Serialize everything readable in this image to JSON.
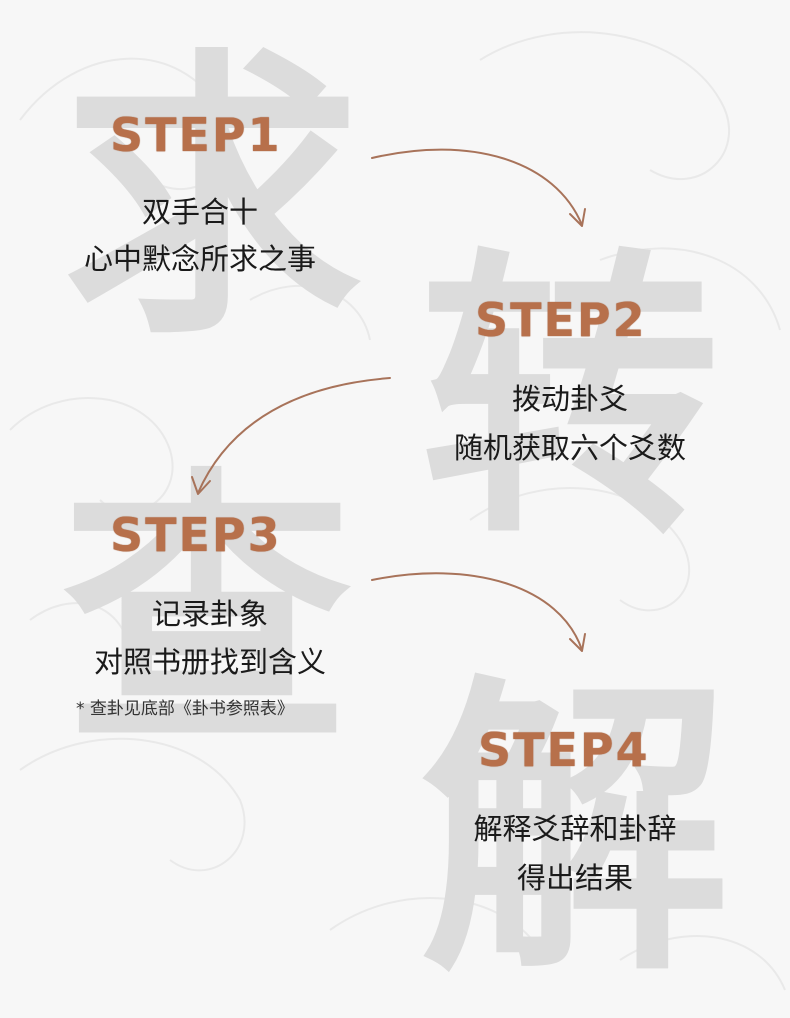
{
  "colors": {
    "background": "#f7f7f7",
    "accent": "#b7704b",
    "watermark": "#dcdcdc",
    "text": "#1a1a1a",
    "arrow": "#a8735a"
  },
  "watermarks": {
    "char1": "求",
    "char2": "转",
    "char3": "查",
    "char4": "解"
  },
  "steps": [
    {
      "title": "STEP1",
      "lines": [
        "双手合十",
        "心中默念所求之事"
      ]
    },
    {
      "title": "STEP2",
      "lines": [
        "拨动卦爻",
        "随机获取六个爻数"
      ]
    },
    {
      "title": "STEP3",
      "lines": [
        "记录卦象",
        "对照书册找到含义"
      ],
      "note": "* 查卦见底部《卦书参照表》"
    },
    {
      "title": "STEP4",
      "lines": [
        "解释爻辞和卦辞",
        "得出结果"
      ]
    }
  ]
}
